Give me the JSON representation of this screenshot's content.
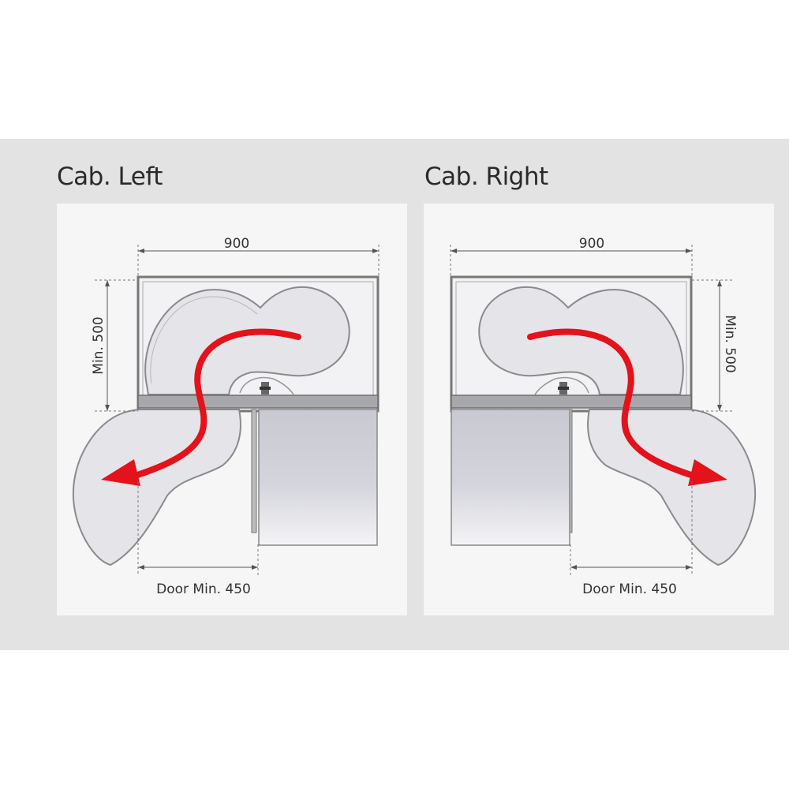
{
  "colors": {
    "band": "#e3e3e4",
    "panel": "#f6f6f7",
    "tray_fill": "#e4e4e9",
    "cabinet_line": "#7a7a7a",
    "arrow": "#e3121b",
    "text": "#333333"
  },
  "left": {
    "title": "Cab. Left",
    "width_label": "900",
    "depth_label": "Min. 500",
    "door_label": "Door Min. 450"
  },
  "right": {
    "title": "Cab. Right",
    "width_label": "900",
    "depth_label": "Min. 500",
    "door_label": "Door Min. 450"
  }
}
